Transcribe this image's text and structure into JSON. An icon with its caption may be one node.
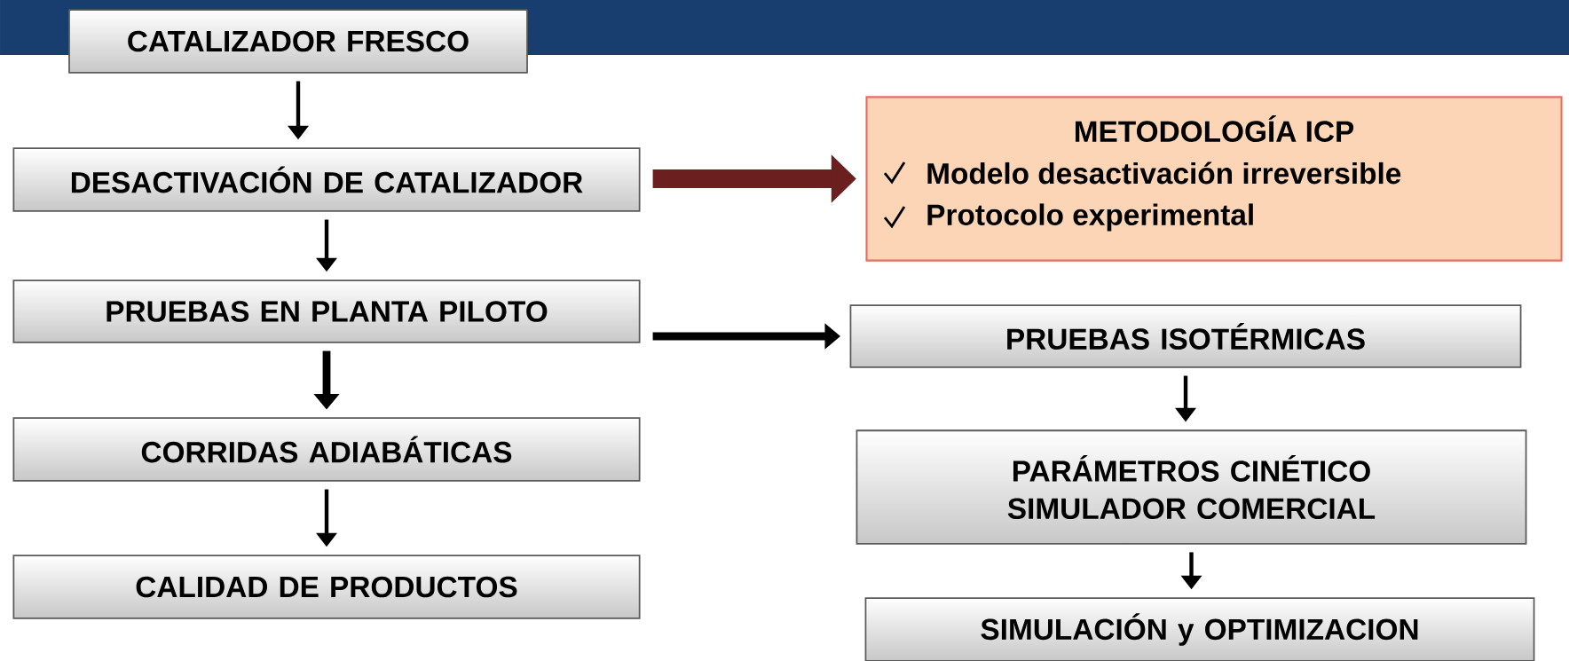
{
  "diagram": {
    "nodes": [
      {
        "text": [
          "CATALIZADOR FRESCO"
        ]
      },
      {
        "text": [
          "DESACTIVACIÓN DE CATALIZADOR"
        ]
      },
      {
        "text": [
          "METODOLOGÍA ICP",
          "Modelo desactivación irreversible",
          "Protocolo experimental"
        ]
      },
      {
        "text": [
          "PRUEBAS EN PLANTA PILOTO"
        ]
      },
      {
        "text": [
          "PRUEBAS ISOTÉRMICAS"
        ]
      },
      {
        "text": [
          "CORRIDAS ADIABÁTICAS"
        ]
      },
      {
        "text": [
          "PARÁMETROS CINÉTICO SIMULADOR COMERCIAL"
        ]
      },
      {
        "text": [
          "CALIDAD DE PRODUCTOS"
        ]
      },
      {
        "text": [
          "SIMULACIÓN y OPTIMIZACION"
        ]
      }
    ],
    "edges": [
      {
        "from": 0,
        "to": 1,
        "arrow": "to"
      },
      {
        "from": 1,
        "to": 2,
        "arrow": "to",
        "style": "thick",
        "color": "#6b1f1f"
      },
      {
        "from": 1,
        "to": 3,
        "arrow": "to"
      },
      {
        "from": 3,
        "to": 5,
        "arrow": "to",
        "style": "thick"
      },
      {
        "from": 3,
        "to": 4,
        "arrow": "to",
        "style": "thick"
      },
      {
        "from": 5,
        "to": 7,
        "arrow": "to"
      },
      {
        "from": 4,
        "to": 6,
        "arrow": "to"
      },
      {
        "from": 6,
        "to": 8,
        "arrow": "to"
      }
    ]
  }
}
